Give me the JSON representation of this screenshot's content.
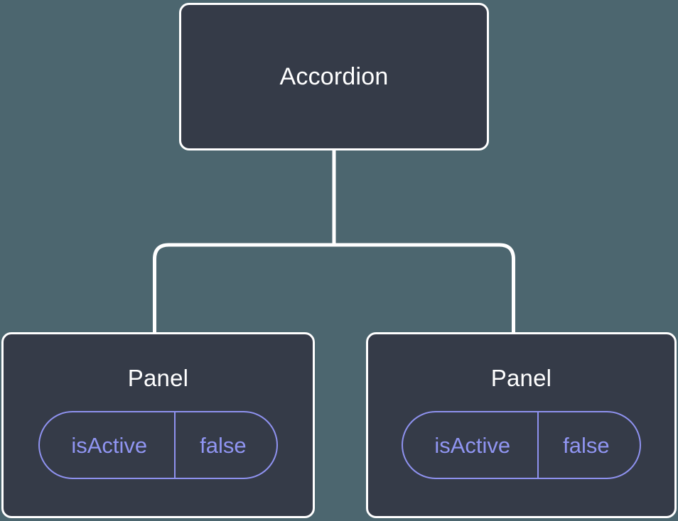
{
  "diagram": {
    "type": "component-tree",
    "background_color": "#4c666f",
    "node_fill_color": "#353b48",
    "node_border_color": "#ffffff",
    "connector_color": "#ffffff",
    "badge_color": "#8f92f0",
    "title_color": "#ffffff",
    "root": {
      "label": "Accordion"
    },
    "children": [
      {
        "label": "Panel",
        "state": {
          "key": "isActive",
          "value": "false"
        }
      },
      {
        "label": "Panel",
        "state": {
          "key": "isActive",
          "value": "false"
        }
      }
    ]
  }
}
